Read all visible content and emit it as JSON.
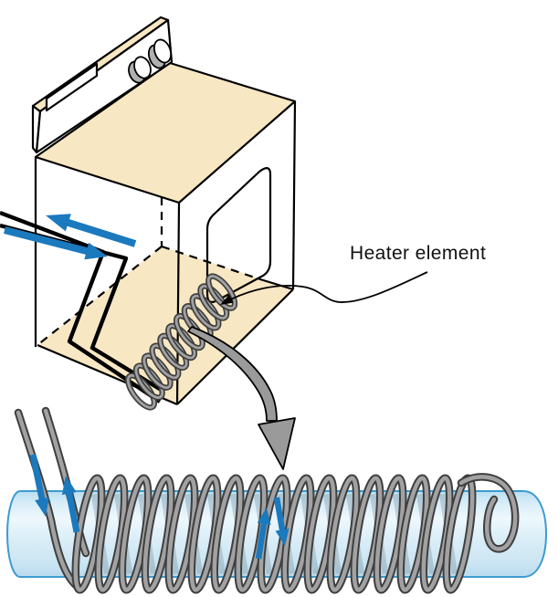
{
  "figure": {
    "label": "Heater element",
    "colors": {
      "cream": "#F8E7C3",
      "blue": "#1B79BE",
      "gray_arrow": "#9A9A9A",
      "coil_core": "#A2A2A2",
      "coil_outline": "#3F3F3F",
      "tube_edge": "#3D9BD1",
      "tube_fill_light": "#EAF6FC",
      "tube_fill": "#CBE6F4",
      "knob_gray": "#B0B0B0"
    },
    "icons": {
      "current_out": "arrow-up-left",
      "current_in": "arrow-down-right",
      "lead_current_down": "arrow-down",
      "lead_current_up": "arrow-up",
      "mid_coil_up": "arrow-up",
      "mid_coil_down": "arrow-down",
      "zoom_callout": "curved-arrow-down",
      "label_leader": "curved-arrow-left"
    }
  }
}
